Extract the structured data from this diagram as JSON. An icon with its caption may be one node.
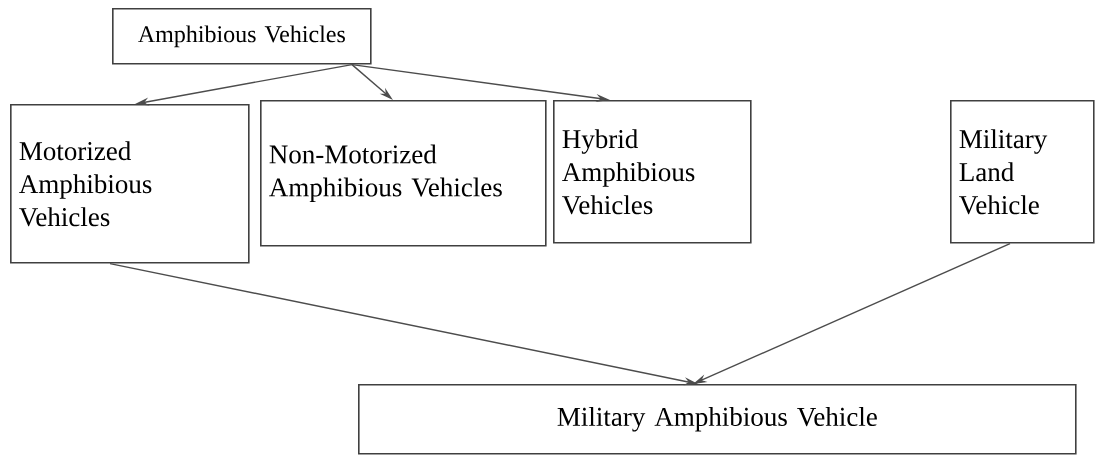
{
  "diagram": {
    "nodes": [
      {
        "text": [
          "Amphibious Vehicles"
        ]
      },
      {
        "text": [
          "Motorized Amphibious Vehicles"
        ]
      },
      {
        "text": [
          "Non-Motorized Amphibious Vehicles"
        ]
      },
      {
        "text": [
          "Hybrid Amphibious Vehicles"
        ]
      },
      {
        "text": [
          "Military Land Vehicle"
        ]
      },
      {
        "text": [
          "Military Amphibious Vehicle"
        ]
      }
    ],
    "edges": [
      {
        "from": 0,
        "to": 1,
        "arrow": "to"
      },
      {
        "from": 0,
        "to": 2,
        "arrow": "to"
      },
      {
        "from": 0,
        "to": 3,
        "arrow": "to"
      },
      {
        "from": 1,
        "to": 5,
        "arrow": "to"
      },
      {
        "from": 4,
        "to": 5,
        "arrow": "to"
      }
    ]
  }
}
